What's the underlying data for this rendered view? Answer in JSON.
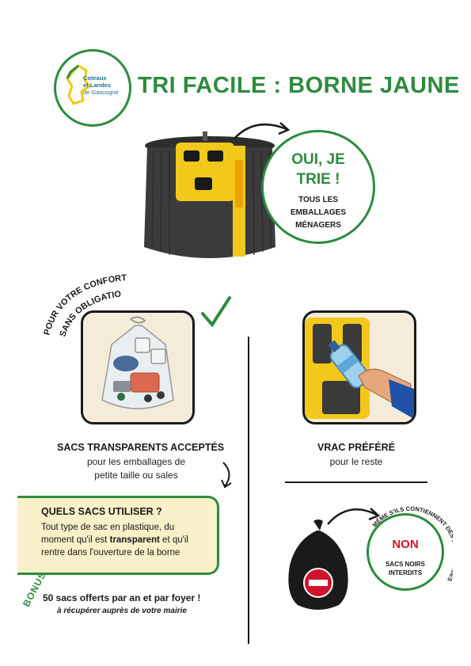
{
  "logo": {
    "line1": "Coteaux",
    "line2": "et Landes",
    "line3": "de Gascogne",
    "ring_color": "#2e8b3e"
  },
  "title": "TRI FACILE : BORNE JAUNE",
  "oui": {
    "title_line1": "OUI, JE",
    "title_line2": "TRIE !",
    "sub_line1": "TOUS LES",
    "sub_line2": "EMBALLAGES",
    "sub_line3": "MÉNAGERS"
  },
  "confort": {
    "line1": "POUR VOTRE CONFORT",
    "line2": "SANS OBLIGATION"
  },
  "left": {
    "heading": "SACS TRANSPARENTS ACCEPTÉS",
    "text_line1": "pour les emballages de",
    "text_line2": "petite taille ou sales"
  },
  "right": {
    "heading": "VRAC PRÉFÉRÉ",
    "text": "pour le reste"
  },
  "sacs": {
    "title": "QUELS SACS UTILISER ?",
    "line1": "Tout type de sac en plastique, du",
    "line2_a": "moment qu'il est ",
    "line2_b": "transparent",
    "line2_c": " et qu'il",
    "line3": "rentre dans l'ouverture de la borne"
  },
  "bonus": {
    "label": "BONUS",
    "main": "50 sacs offerts par an et par foyer !",
    "sub": "à récupérer auprès de votre mairie"
  },
  "non": {
    "title": "NON",
    "sub_line1": "SACS NOIRS",
    "sub_line2": "INTERDITS",
    "arc_text": "MÊME S'ILS CONTIENNENT DES EMBALLAGES"
  },
  "colors": {
    "green": "#2e8b3e",
    "yellow": "#f2c81a",
    "red": "#d0142b",
    "dark_grey": "#3a3a3a"
  }
}
